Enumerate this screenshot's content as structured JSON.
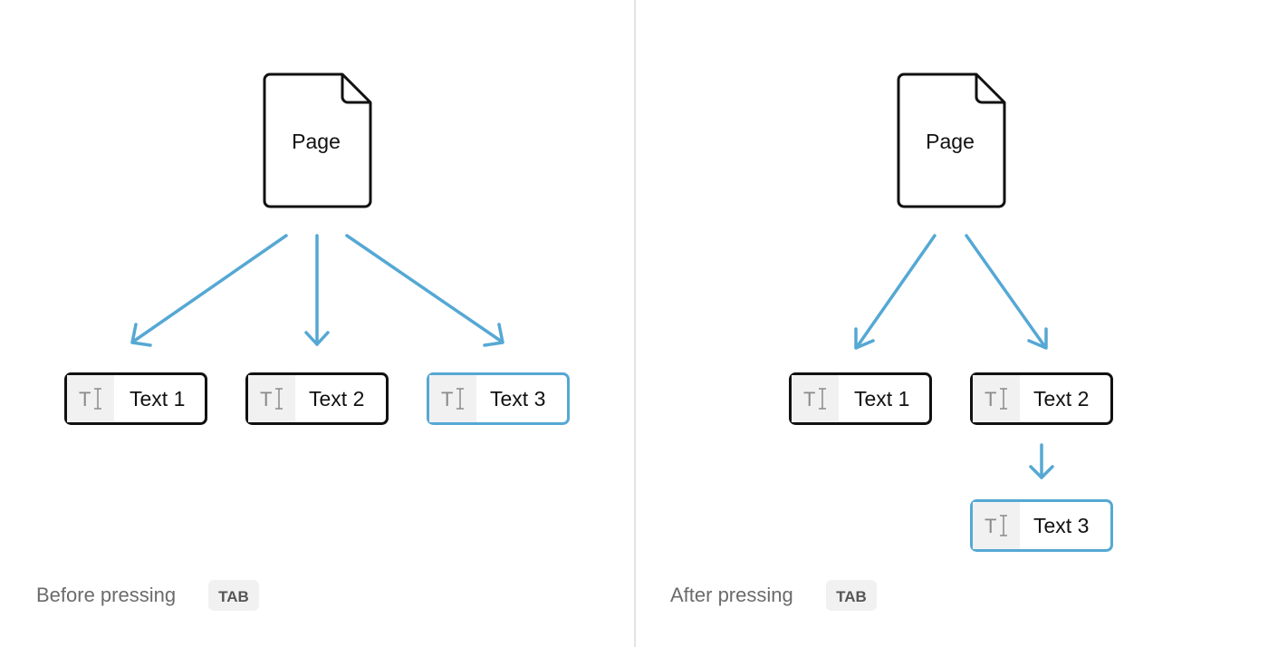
{
  "colors": {
    "accent": "#55a8d4",
    "border": "#111111",
    "icon_bg": "#f1f1f1",
    "divider": "#e3e3e3"
  },
  "before": {
    "page_label": "Page",
    "blocks": [
      {
        "label": "Text 1",
        "icon": "text-type-icon",
        "icon_text": "T"
      },
      {
        "label": "Text 2",
        "icon": "text-type-icon",
        "icon_text": "T"
      },
      {
        "label": "Text 3",
        "icon": "text-type-icon",
        "icon_text": "T",
        "highlighted": true
      }
    ],
    "caption": "Before pressing",
    "key": "TAB"
  },
  "after": {
    "page_label": "Page",
    "blocks": [
      {
        "label": "Text 1",
        "icon": "text-type-icon",
        "icon_text": "T"
      },
      {
        "label": "Text 2",
        "icon": "text-type-icon",
        "icon_text": "T"
      },
      {
        "label": "Text 3",
        "icon": "text-type-icon",
        "icon_text": "T",
        "highlighted": true,
        "nested_under": "Text 2"
      }
    ],
    "caption": "After pressing",
    "key": "TAB"
  }
}
